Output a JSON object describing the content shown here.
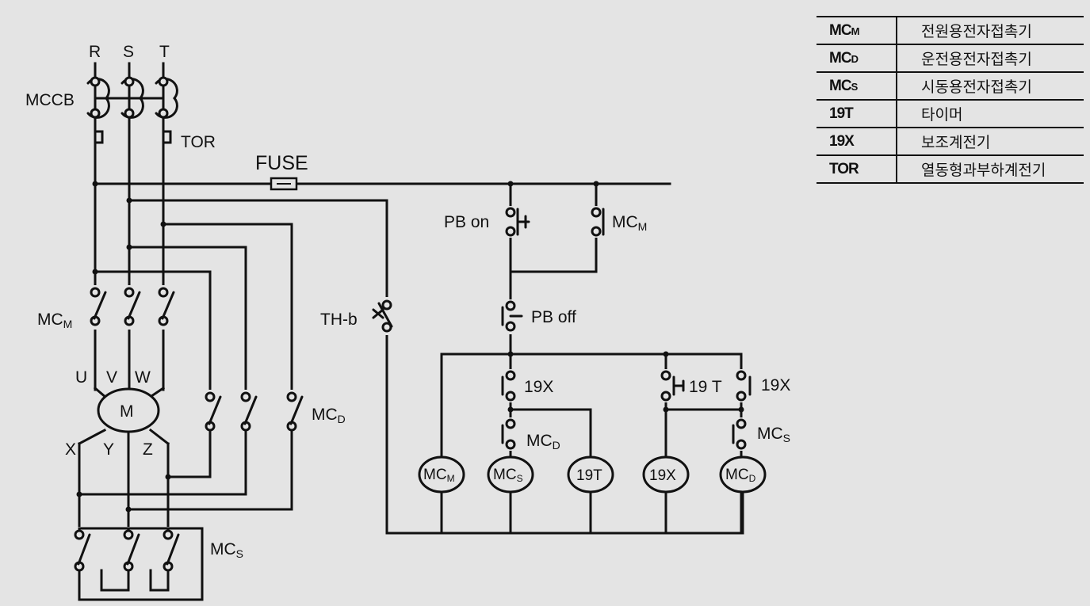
{
  "phases": [
    "R",
    "S",
    "T"
  ],
  "labels": {
    "mccb": "MCCB",
    "tor": "TOR",
    "fuse": "FUSE",
    "mcm_main": "MC",
    "mcm_main_sub": "M",
    "motor_u": "U",
    "motor_v": "V",
    "motor_w": "W",
    "motor": "M",
    "motor_x": "X",
    "motor_y": "Y",
    "motor_z": "Z",
    "mcd_main": "MC",
    "mcd_main_sub": "D",
    "mcs_main": "MC",
    "mcs_main_sub": "S",
    "thb": "TH-b",
    "pb_on": "PB on",
    "mcm_hold": "MC",
    "mcm_hold_sub": "M",
    "pb_off": "PB off",
    "x19_contact_1": "19X",
    "mcd_contact": "MC",
    "mcd_contact_sub": "D",
    "t19_contact": "19 T",
    "x19_contact_2": "19X",
    "mcs_contact": "MC",
    "mcs_contact_sub": "S"
  },
  "coils": {
    "mcm": "MC",
    "mcm_sub": "M",
    "mcs": "MC",
    "mcs_sub": "S",
    "t19": "19T",
    "x19": "19X",
    "mcd": "MC",
    "mcd_sub": "D"
  },
  "legend": [
    {
      "sym": "MC",
      "sub": "M",
      "desc": "전원용전자접촉기"
    },
    {
      "sym": "MC",
      "sub": "D",
      "desc": "운전용전자접촉기"
    },
    {
      "sym": "MC",
      "sub": "S",
      "desc": "시동용전자접촉기"
    },
    {
      "sym": "19T",
      "sub": "",
      "desc": "타이머"
    },
    {
      "sym": "19X",
      "sub": "",
      "desc": "보조계전기"
    },
    {
      "sym": "TOR",
      "sub": "",
      "desc": "열동형과부하계전기"
    }
  ]
}
